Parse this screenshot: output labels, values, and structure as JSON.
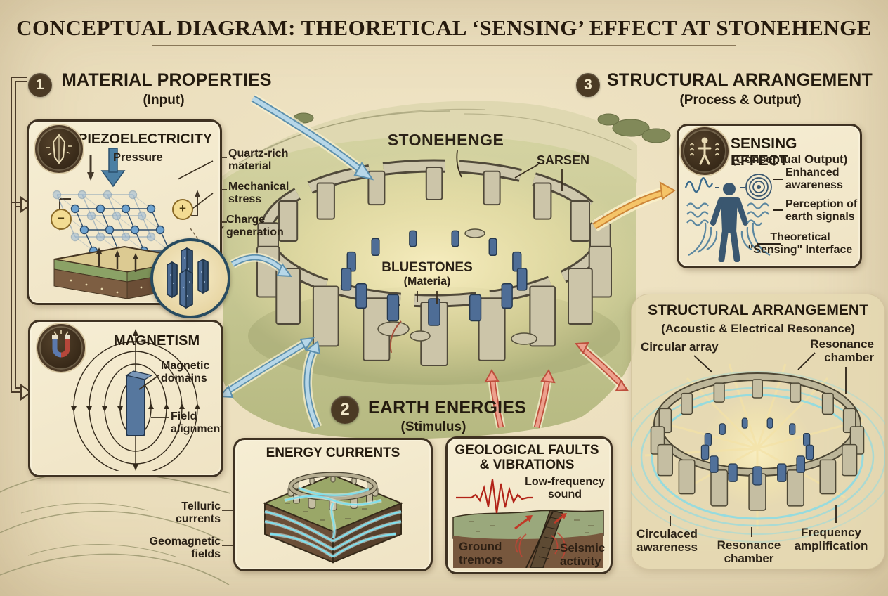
{
  "title": "CONCEPTUAL DIAGRAM: THEORETICAL ‘SENSING’ EFFECT AT STONEHENGE",
  "sections": {
    "material": {
      "number": "1",
      "title": "MATERIAL PROPERTIES",
      "subtitle": "(Input)"
    },
    "earth": {
      "number": "2",
      "title": "EARTH ENERGIES",
      "subtitle": "(Stimulus)"
    },
    "structural": {
      "number": "3",
      "title": "STRUCTURAL ARRANGEMENT",
      "subtitle": "(Process & Output)"
    }
  },
  "piezoelectricity": {
    "title": "PIEZOELECTRICITY",
    "pressure": "Pressure",
    "minus": "−",
    "plus": "+",
    "labels": [
      "Quartz-rich material",
      "Mechanical stress",
      "Charge generation"
    ]
  },
  "magnetism": {
    "title": "MAGNETISM",
    "labels": [
      "Magnetic domains",
      "Field alignment"
    ]
  },
  "stonehenge": {
    "title": "STONEHENGE",
    "sarsen": "SARSEN",
    "bluestones": "BLUESTONES",
    "bluestones_note": "(Materia)"
  },
  "sensing": {
    "title": "SENSING EFFECT",
    "subtitle": "(Conceptual Output)",
    "labels": [
      "Enhanced awareness",
      "Perception of earth signals",
      "Theoretical \"Sensing\" Interface"
    ]
  },
  "energy_currents": {
    "title": "ENERGY CURRENTS",
    "labels": [
      "Telluric currents",
      "Geomagnetic fields"
    ]
  },
  "geology": {
    "title": "GEOLOGICAL FAULTS & VIBRATIONS",
    "labels": [
      "Low-frequency sound",
      "Ground tremors",
      "Seismic activity"
    ]
  },
  "resonance": {
    "title": "STRUCTURAL ARRANGEMENT",
    "subtitle": "(Acoustic & Electrical Resonance)",
    "labels_top": [
      "Circular array",
      "Resonance chamber"
    ],
    "labels_bottom": [
      "Circulaced awareness",
      "Resonance chamber",
      "Frequency amplification"
    ]
  },
  "icons": {
    "piezo": "crystal-icon",
    "magnetism": "horseshoe-magnet-icon",
    "sensing": "sensing-figure-icon"
  },
  "colors": {
    "parchment": "#e9dcba",
    "panel_cream": "#f4ebd1",
    "ink": "#2b2217",
    "badge_brown": "#4b3a24",
    "blue_arrow": "#b7d7e8",
    "red_arrow": "#eda08d",
    "gold_arrow": "#f5c468",
    "bluestone_blue": "#4e6d96",
    "sarsen_gray": "#ccc5a9",
    "grass_green": "#c3c48e",
    "energy_cyan": "#7fe0ee",
    "seismic_red": "#b22a1e"
  }
}
